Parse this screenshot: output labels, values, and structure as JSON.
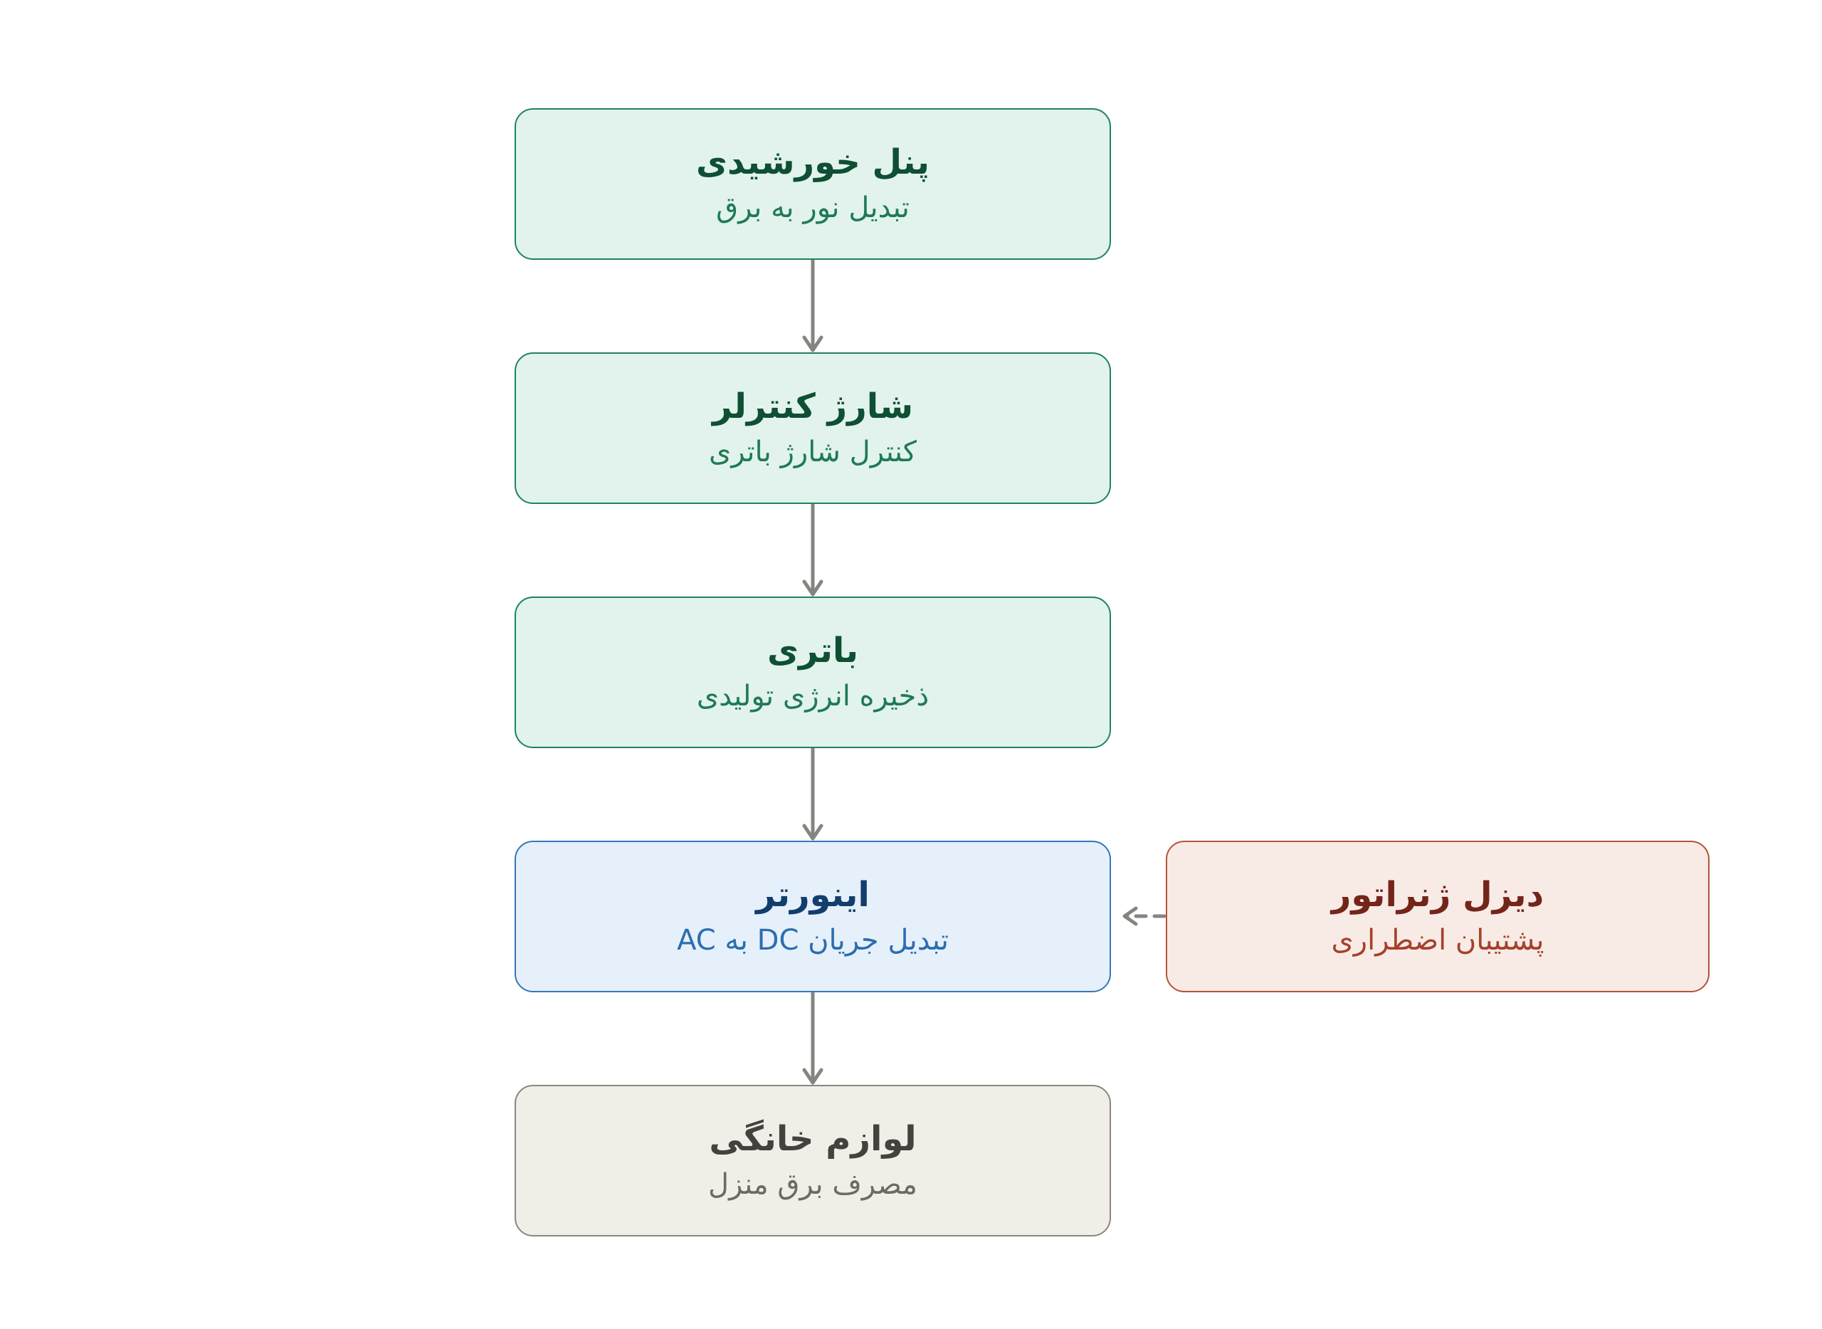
{
  "nodes": {
    "solar": {
      "title": "پنل خورشیدی",
      "subtitle": "تبدیل نور به برق"
    },
    "charge_controller": {
      "title": "شارژ کنترلر",
      "subtitle": "کنترل شارژ باتری"
    },
    "battery": {
      "title": "باتری",
      "subtitle": "ذخیره انرژی تولیدی"
    },
    "inverter": {
      "title": "اینورتر",
      "subtitle": "تبدیل جریان DC به AC"
    },
    "diesel": {
      "title": "دیزل ژنراتور",
      "subtitle": "پشتیبان اضطراری"
    },
    "appliances": {
      "title": "لوازم خانگی",
      "subtitle": "مصرف برق منزل"
    }
  },
  "edges": [
    {
      "from": "solar",
      "to": "charge_controller",
      "style": "solid"
    },
    {
      "from": "charge_controller",
      "to": "battery",
      "style": "solid"
    },
    {
      "from": "battery",
      "to": "inverter",
      "style": "solid"
    },
    {
      "from": "inverter",
      "to": "appliances",
      "style": "solid"
    },
    {
      "from": "diesel",
      "to": "inverter",
      "style": "dashed"
    }
  ],
  "colors": {
    "green_fill": "#e1f3ec",
    "green_border": "#1e8459",
    "blue_fill": "#e6f0fa",
    "blue_border": "#3577b8",
    "red_fill": "#f8ebe6",
    "red_border": "#b4533a",
    "gray_fill": "#f1eee8",
    "gray_border": "#8a8680",
    "edge": "#858580"
  }
}
